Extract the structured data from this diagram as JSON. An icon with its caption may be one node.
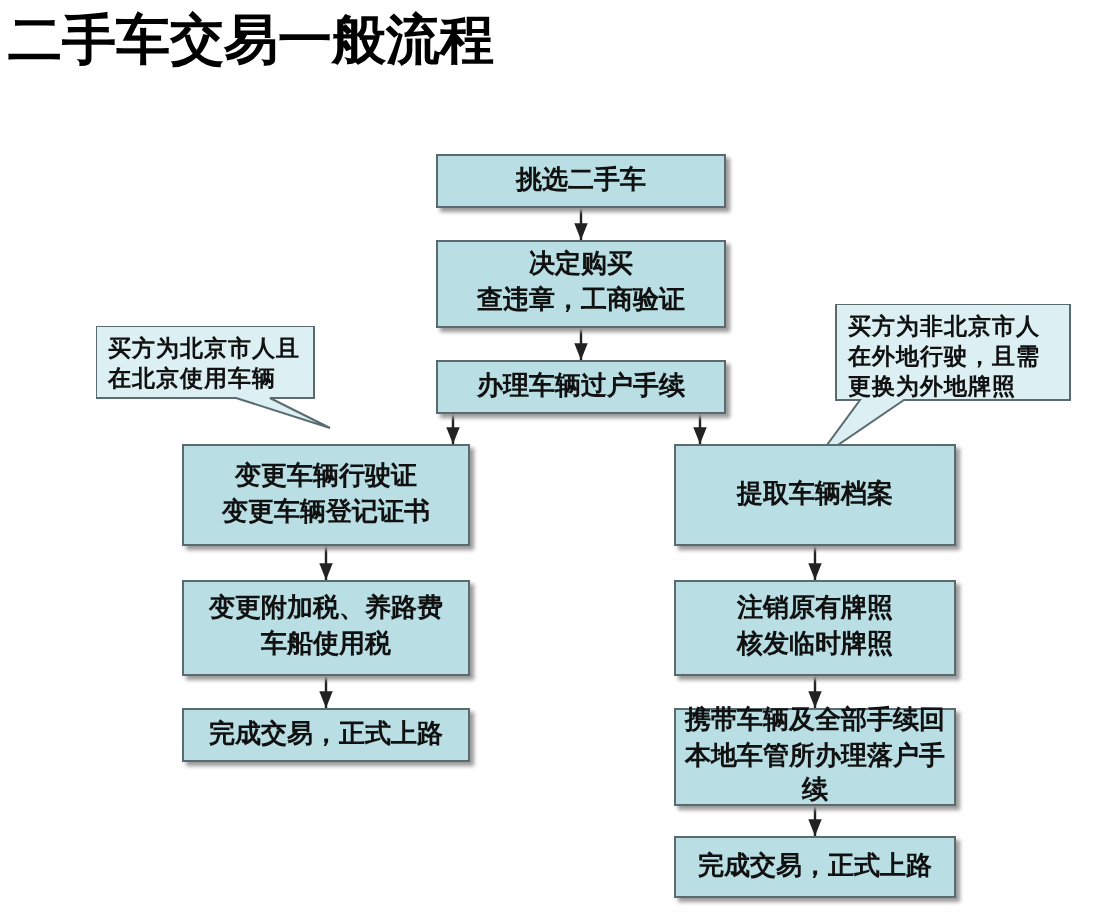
{
  "diagram": {
    "title": "二手车交易一般流程",
    "nodes": [
      {
        "text": [
          "挑选二手车"
        ]
      },
      {
        "text": [
          "决定购买",
          "查违章，工商验证"
        ]
      },
      {
        "text": [
          "办理车辆过户手续"
        ]
      },
      {
        "text": [
          "买方为北京市人且在北京使用车辆"
        ]
      },
      {
        "text": [
          "买方为非北京市人在外地行驶，且需更换为外地牌照"
        ]
      },
      {
        "text": [
          "变更车辆行驶证",
          "变更车辆登记证书"
        ]
      },
      {
        "text": [
          "变更附加税、养路费",
          "车船使用税"
        ]
      },
      {
        "text": [
          "完成交易，正式上路"
        ]
      },
      {
        "text": [
          "提取车辆档案"
        ]
      },
      {
        "text": [
          "注销原有牌照",
          "核发临时牌照"
        ]
      },
      {
        "text": [
          "携带车辆及全部手续回本地车管所办理落户手续"
        ]
      },
      {
        "text": [
          "完成交易，正式上路"
        ]
      }
    ],
    "edges": [
      {
        "from": 0,
        "to": 1,
        "arrow": "to"
      },
      {
        "from": 1,
        "to": 2,
        "arrow": "to"
      },
      {
        "from": 2,
        "to": 5,
        "arrow": "to"
      },
      {
        "from": 2,
        "to": 8,
        "arrow": "to"
      },
      {
        "from": 5,
        "to": 6,
        "arrow": "to"
      },
      {
        "from": 6,
        "to": 7,
        "arrow": "to"
      },
      {
        "from": 8,
        "to": 9,
        "arrow": "to"
      },
      {
        "from": 9,
        "to": 10,
        "arrow": "to"
      },
      {
        "from": 10,
        "to": 11,
        "arrow": "to"
      }
    ]
  }
}
